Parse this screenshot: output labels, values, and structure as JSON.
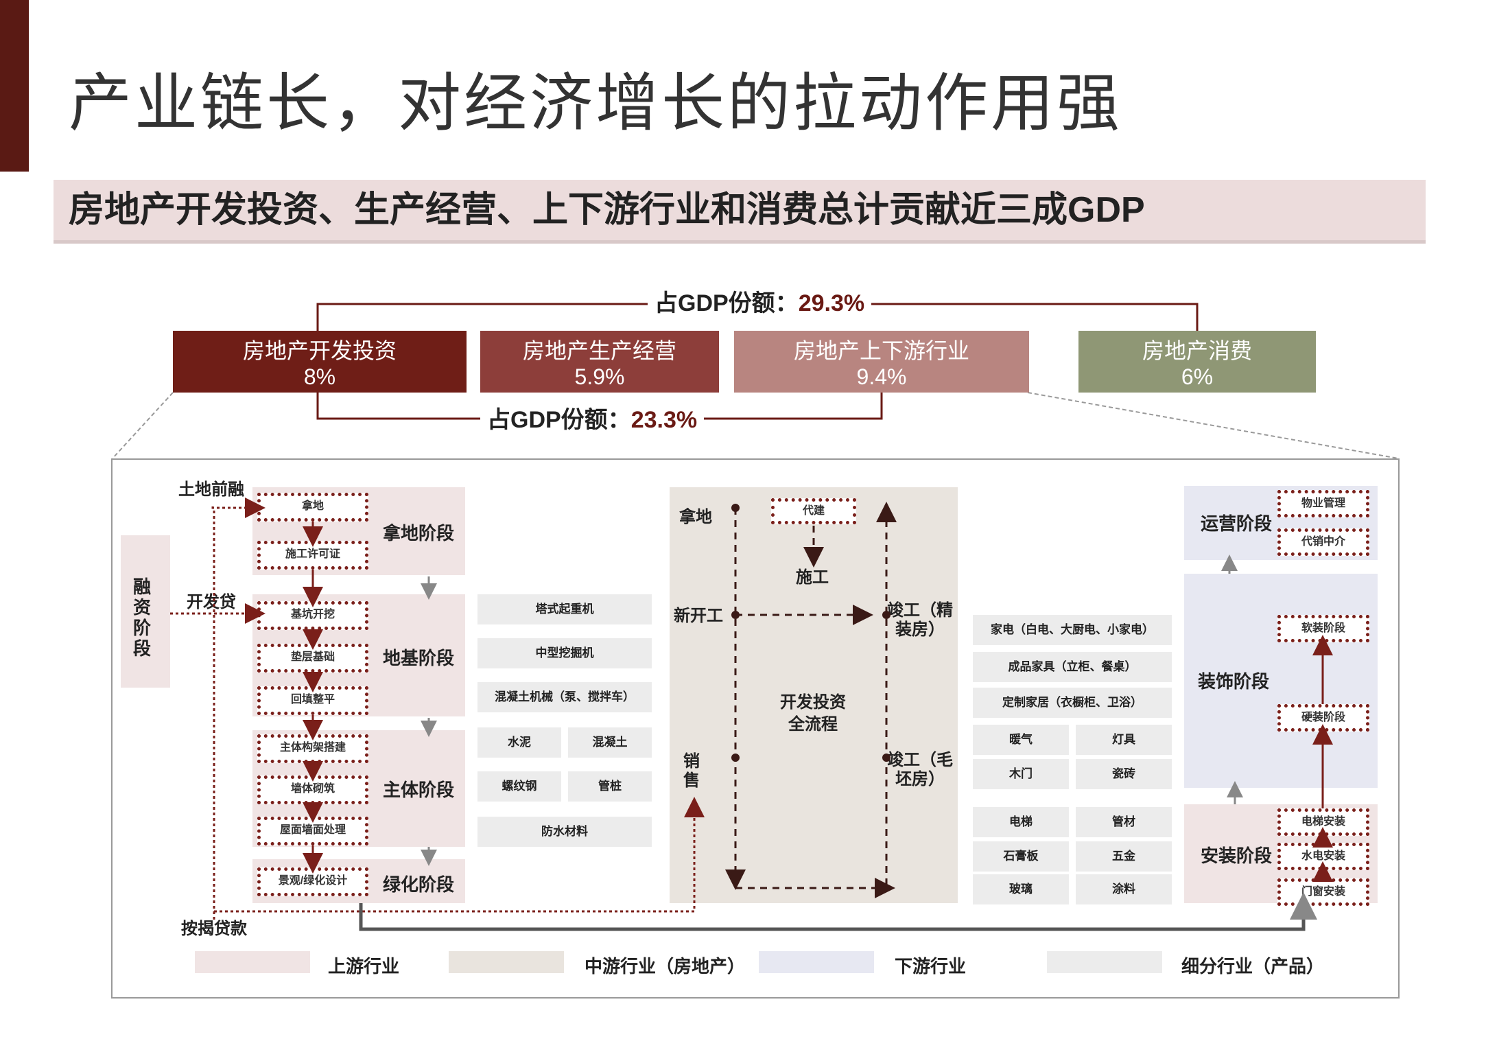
{
  "title": "产业链长，对经济增长的拉动作用强",
  "subtitle": "房地产开发投资、生产经营、上下游行业和消费总计贡献近三成GDP",
  "top_boxes": [
    {
      "name": "房地产开发投资",
      "value": "8%",
      "color": "#6f1e17"
    },
    {
      "name": "房地产生产经营",
      "value": "5.9%",
      "color": "#8d3e3a"
    },
    {
      "name": "房地产上下游行业",
      "value": "9.4%",
      "color": "#b88580"
    },
    {
      "name": "房地产消费",
      "value": "6%",
      "color": "#8f9775"
    }
  ],
  "share_top": {
    "label": "占GDP份额：",
    "value": "29.3%"
  },
  "share_bottom": {
    "label": "占GDP份额：",
    "value": "23.3%"
  },
  "upstream": {
    "financing_label": "融资阶段",
    "land_finance": "土地前融",
    "dev_loan": "开发贷",
    "mortgage": "按揭贷款",
    "groups": [
      {
        "stage": "拿地阶段",
        "items": [
          "拿地",
          "施工许可证"
        ]
      },
      {
        "stage": "地基阶段",
        "items": [
          "基坑开挖",
          "垫层基础",
          "回填整平"
        ]
      },
      {
        "stage": "主体阶段",
        "items": [
          "主体构架搭建",
          "墙体砌筑",
          "屋面墙面处理"
        ]
      },
      {
        "stage": "绿化阶段",
        "items": [
          "景观/绿化设计"
        ]
      }
    ]
  },
  "products_left": [
    "塔式起重机",
    "中型挖掘机",
    "混凝土机械（泵、搅拌车）",
    "水泥",
    "混凝土",
    "螺纹钢",
    "管桩",
    "防水材料"
  ],
  "midstream": {
    "land": "拿地",
    "agent_build": "代建",
    "construction": "施工",
    "new_start": "新开工",
    "sales": "销售",
    "completion_fine": "竣工（精装房）",
    "completion_rough": "竣工（毛坯房）",
    "center": "开发投资全流程"
  },
  "products_right": [
    "家电（白电、大厨电、小家电）",
    "成品家具（立柜、餐桌）",
    "定制家居（衣橱柜、卫浴）",
    "暖气",
    "灯具",
    "木门",
    "瓷砖",
    "电梯",
    "管材",
    "石膏板",
    "五金",
    "玻璃",
    "涂料"
  ],
  "downstream": {
    "operation": {
      "stage": "运营阶段",
      "items": [
        "物业管理",
        "代销中介"
      ]
    },
    "decoration": {
      "stage": "装饰阶段",
      "items": [
        "软装阶段",
        "硬装阶段"
      ]
    },
    "install": {
      "stage": "安装阶段",
      "items": [
        "电梯安装",
        "水电安装",
        "门窗安装"
      ]
    }
  },
  "legend": [
    {
      "label": "上游行业",
      "color": "#f0e4e4"
    },
    {
      "label": "中游行业（房地产）",
      "color": "#e9e4de"
    },
    {
      "label": "下游行业",
      "color": "#e7e8f2"
    },
    {
      "label": "细分行业（产品）",
      "color": "#ececec"
    }
  ]
}
